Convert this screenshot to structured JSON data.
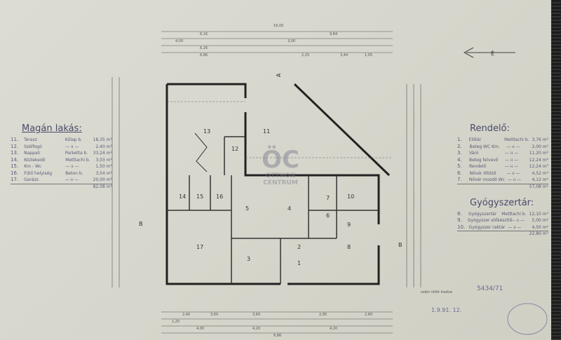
{
  "left_legend": {
    "title": "Magán lakás:",
    "rows": [
      {
        "n": "11.",
        "name": "Terasz",
        "mat": "Kőlap b.",
        "area": "18,35 m²"
      },
      {
        "n": "12.",
        "name": "Szélfogó",
        "mat": "— ıı —",
        "area": "2,40 m²"
      },
      {
        "n": "13.",
        "name": "Nappali",
        "mat": "Parketta b.",
        "area": "33,24 m²"
      },
      {
        "n": "14.",
        "name": "Közlekedő",
        "mat": "Mettlachi b.",
        "area": "3,03 m²"
      },
      {
        "n": "15.",
        "name": "Km - Wc",
        "mat": "— ıı —",
        "area": "1,50 m²"
      },
      {
        "n": "16.",
        "name": "Fűtő helyiség",
        "mat": "Beton b.",
        "area": "3,54 m²"
      },
      {
        "n": "17.",
        "name": "Garázs",
        "mat": "— ıı —",
        "area": "20,00 m²"
      }
    ],
    "total": "82,08 m²"
  },
  "right_legend": {
    "title": "Rendelő:",
    "rows": [
      {
        "n": "1.",
        "name": "Előtér",
        "mat": "Mettlachi b.",
        "area": "3,76 m²"
      },
      {
        "n": "2.",
        "name": "Beteg WC Km.",
        "mat": "— ıı —",
        "area": "2,00 m²"
      },
      {
        "n": "3.",
        "name": "Váró",
        "mat": "— ıı —",
        "area": "11,20 m²"
      },
      {
        "n": "4.",
        "name": "Beteg felvevő",
        "mat": "— ıı —",
        "area": "12,24 m²"
      },
      {
        "n": "5.",
        "name": "Rendelő",
        "mat": "— ıı —",
        "area": "12,24 m²"
      },
      {
        "n": "6.",
        "name": "Nővér öltöző",
        "mat": "— ıı —",
        "area": "4,52 m²"
      },
      {
        "n": "7.",
        "name": "Nővér mosdó Wc",
        "mat": "— ıı —",
        "area": "4,12 m²"
      }
    ],
    "total": "57,08 m²",
    "title2": "Gyógyszertár:",
    "rows2": [
      {
        "n": "8.",
        "name": "Gyógyszertár",
        "mat": "Mettlachi b.",
        "area": "12,10 m²"
      },
      {
        "n": "9.",
        "name": "Gyógyszer előkészítő",
        "mat": "— ıı —",
        "area": "5,00 m²"
      },
      {
        "n": "10.",
        "name": "Gyógyszer raktár",
        "mat": "— ıı —",
        "area": "4,50 m²"
      }
    ],
    "total2": "22,80 m²"
  },
  "watermark": {
    "logo": "ÖC",
    "line1": "OTTHON",
    "line2": "CENTRUM"
  },
  "plan": {
    "top_dims": [
      "6,16",
      "9,84",
      "4,00",
      "6,26",
      "6,86",
      "16,00",
      "3,00",
      "2,25",
      "3,44",
      "1,05"
    ],
    "bottom_dims": [
      "2,40",
      "3,60",
      "3,60",
      "2,95",
      "2,60",
      "1,20",
      "4,00",
      "4,20",
      "4,20",
      "6,86"
    ],
    "room_numbers": [
      "13",
      "11",
      "12",
      "14",
      "15",
      "16",
      "5",
      "4",
      "7",
      "6",
      "10",
      "9",
      "17",
      "3",
      "2",
      "1",
      "8"
    ],
    "section_labels": [
      "A",
      "B",
      "B"
    ],
    "stamp_text": "szám ütött kiadva",
    "stamp_number": "5434/71",
    "stamp_date": "1.9.91. 12.",
    "north_label": "É"
  }
}
